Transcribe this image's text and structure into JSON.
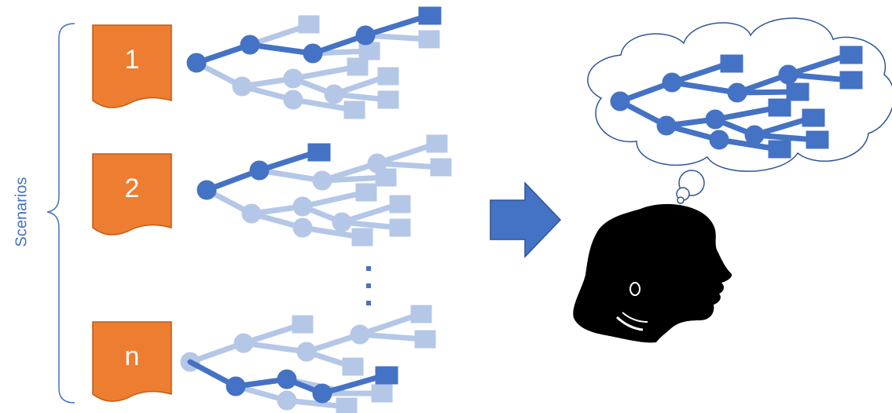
{
  "side_label": "Scenarios",
  "scenarios": [
    {
      "label": "1"
    },
    {
      "label": "2"
    },
    {
      "label": "n"
    }
  ],
  "ellipsis_icon": "vertical-dots",
  "arrow_icon": "right-arrow",
  "thinker_icon": "woman-head-silhouette",
  "thought_icon": "thought-cloud",
  "colors": {
    "document": "#ed7d31",
    "document_border": "#c55a11",
    "tree_dark": "#4472c4",
    "tree_light": "#b4c7e7",
    "arrow": "#4472c4",
    "cloud_stroke": "#2f5597",
    "brace": "#4472c4"
  }
}
